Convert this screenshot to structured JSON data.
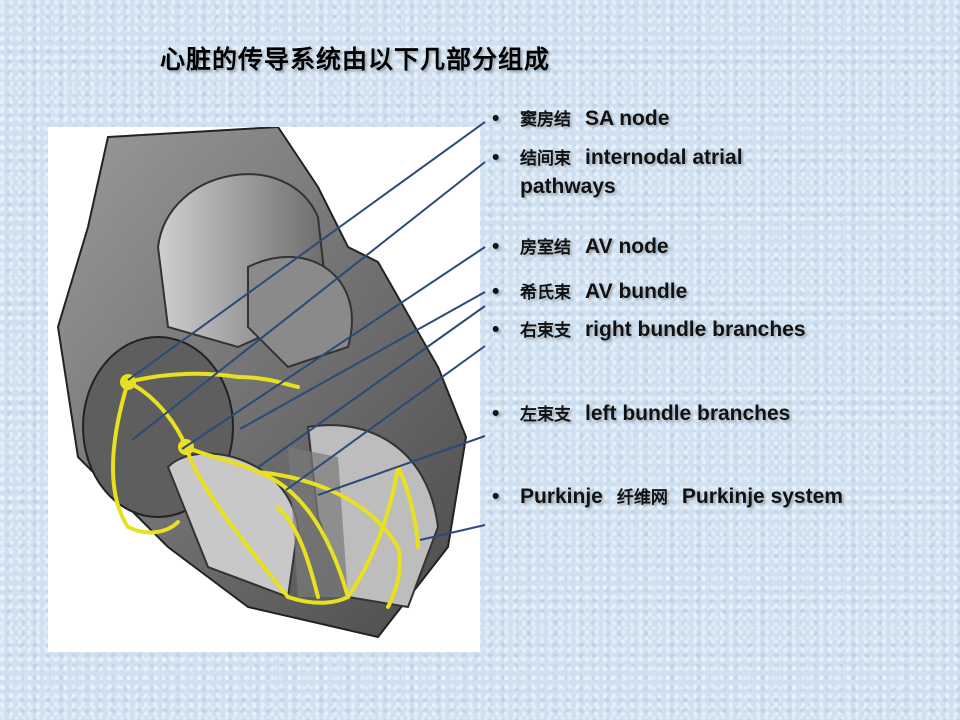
{
  "title": "心脏的传导系统由以下几部分组成",
  "items": [
    {
      "zh": "窦房结",
      "en": "SA node"
    },
    {
      "zh": "结间束",
      "en": "internodal atrial",
      "en2": "pathways"
    },
    {
      "zh": "房室结",
      "en": "AV node"
    },
    {
      "zh": "希氏束",
      "en": "AV bundle"
    },
    {
      "zh": "右束支",
      "en": "right bundle branches"
    },
    {
      "zh": "左束支",
      "en": "left bundle branches"
    },
    {
      "pre": "Purkinje",
      "zh": "纤维网",
      "en": "Purkinje system"
    }
  ],
  "bullet": "•",
  "colors": {
    "background": "#cfe0f0",
    "leader_lines": "#2a4a7a",
    "conduction": "#e8e020"
  }
}
